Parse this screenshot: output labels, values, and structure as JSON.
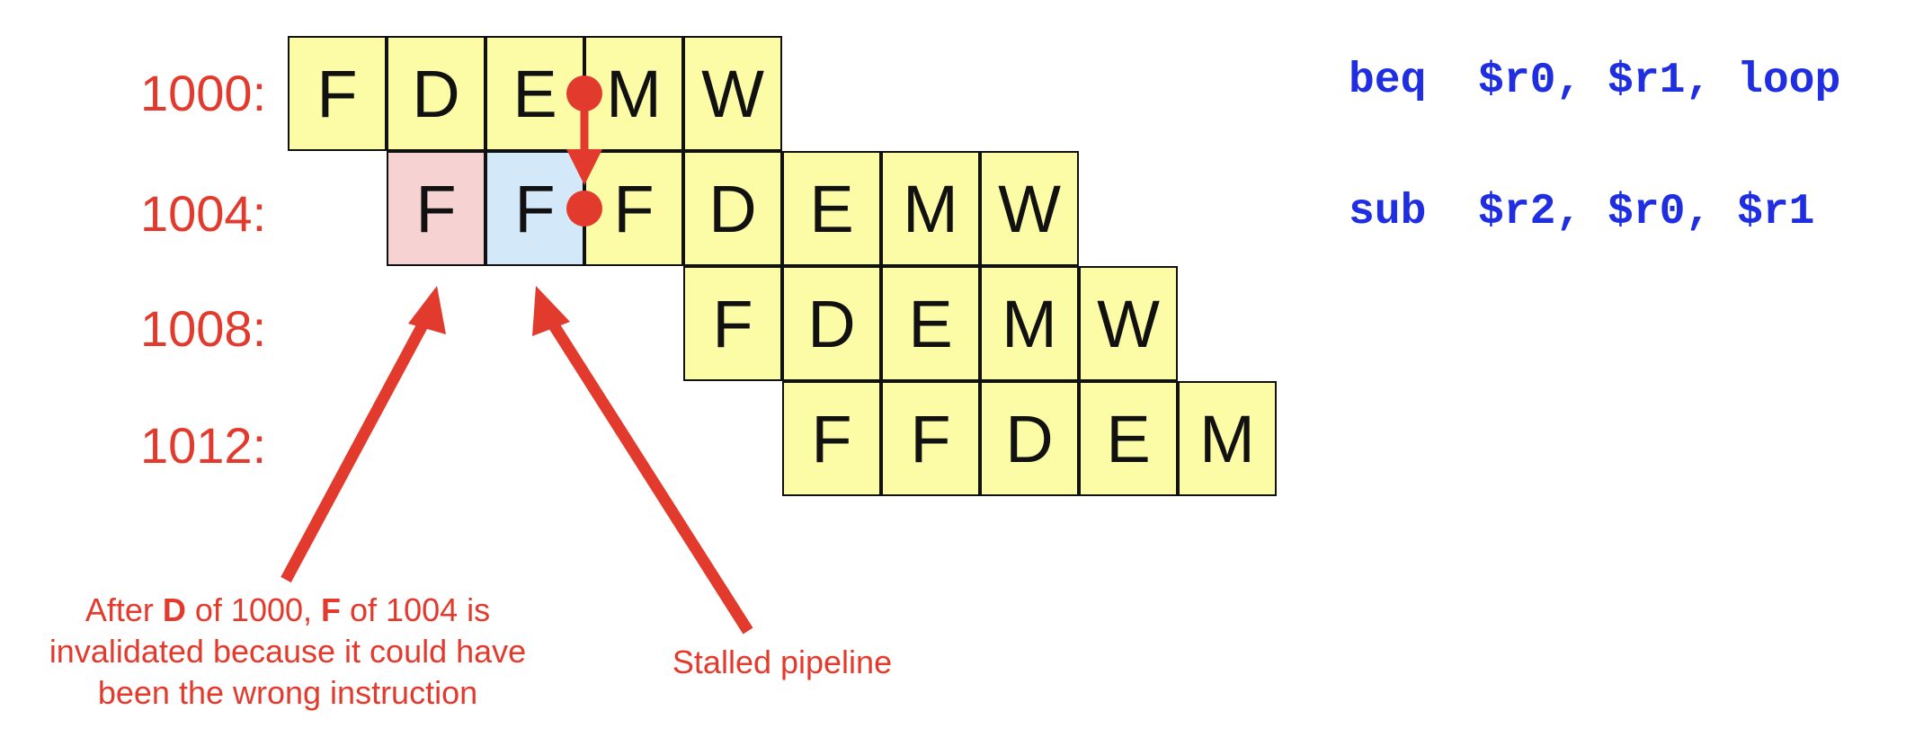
{
  "rows": [
    {
      "address": "1000:",
      "cells": [
        {
          "label": "F",
          "state": "normal"
        },
        {
          "label": "D",
          "state": "normal"
        },
        {
          "label": "E",
          "state": "normal"
        },
        {
          "label": "M",
          "state": "normal"
        },
        {
          "label": "W",
          "state": "normal"
        }
      ]
    },
    {
      "address": "1004:",
      "cells": [
        {
          "label": "F",
          "state": "invalid"
        },
        {
          "label": "F",
          "state": "stalled"
        },
        {
          "label": "F",
          "state": "normal"
        },
        {
          "label": "D",
          "state": "normal"
        },
        {
          "label": "E",
          "state": "normal"
        },
        {
          "label": "M",
          "state": "normal"
        },
        {
          "label": "W",
          "state": "normal"
        }
      ]
    },
    {
      "address": "1008:",
      "cells": [
        {
          "label": "F",
          "state": "normal"
        },
        {
          "label": "D",
          "state": "normal"
        },
        {
          "label": "E",
          "state": "normal"
        },
        {
          "label": "M",
          "state": "normal"
        },
        {
          "label": "W",
          "state": "normal"
        }
      ]
    },
    {
      "address": "1012:",
      "cells": [
        {
          "label": "F",
          "state": "normal"
        },
        {
          "label": "F",
          "state": "normal"
        },
        {
          "label": "D",
          "state": "normal"
        },
        {
          "label": "E",
          "state": "normal"
        },
        {
          "label": "M",
          "state": "normal"
        }
      ]
    }
  ],
  "instructions": [
    "beq  $r0, $r1, loop",
    "sub  $r2, $r0, $r1"
  ],
  "annotations": {
    "invalidated": {
      "prefix": "After ",
      "stage_a": "D",
      "middle": " of 1000, ",
      "stage_b": "F",
      "suffix": " of 1004 is",
      "line2": "invalidated because it could have",
      "line3": "been the wrong instruction"
    },
    "stalled": "Stalled pipeline"
  },
  "colors": {
    "stage_fill": "#fcfca6",
    "invalid_fill": "#f6d2d2",
    "stalled_fill": "#d3e8f8",
    "annotation_red": "#e23a2c",
    "code_blue": "#1f2ee0"
  }
}
